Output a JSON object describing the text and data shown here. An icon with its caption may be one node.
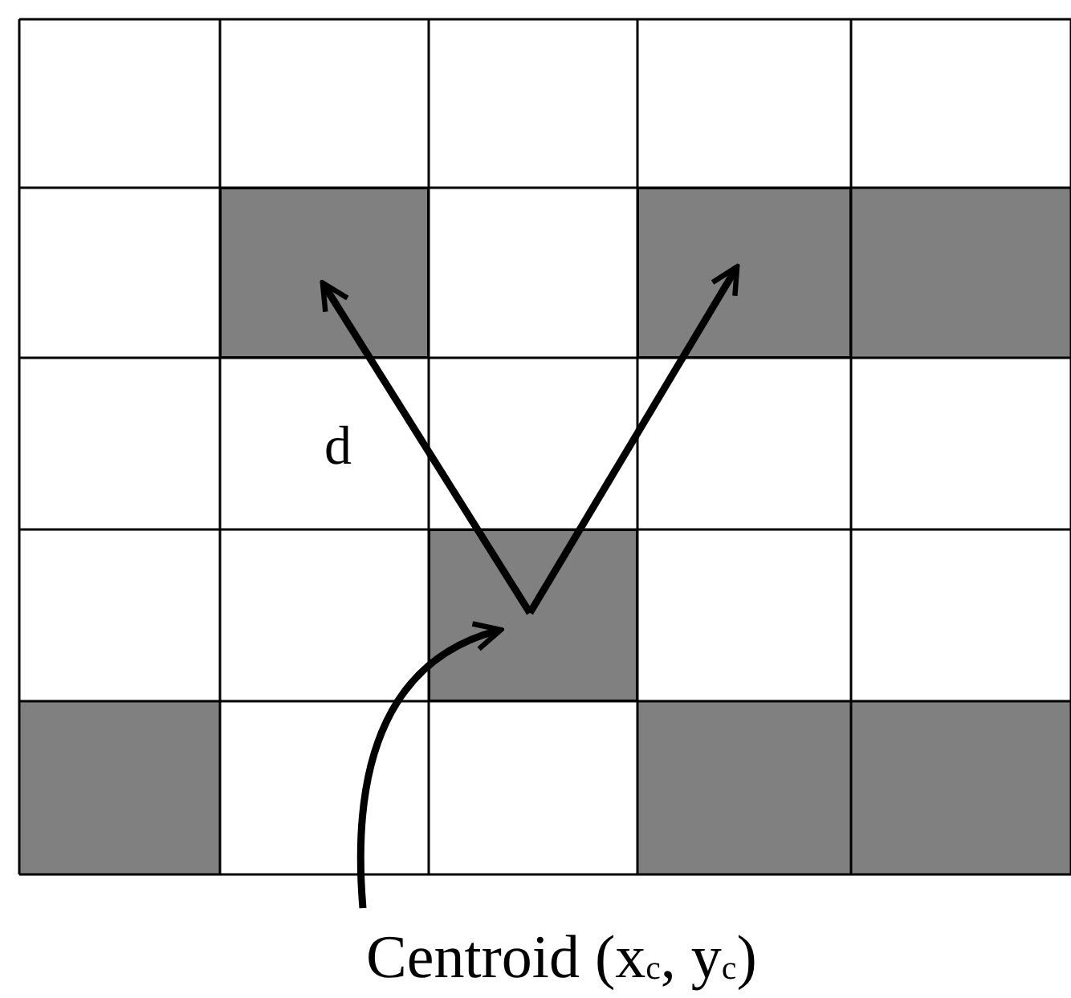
{
  "diagram": {
    "nodes": [
      {
        "text": [],
        "shape": "box"
      },
      {
        "text": [],
        "shape": "box"
      },
      {
        "text": [],
        "shape": "box"
      },
      {
        "text": [
          "Centroid (x$_{c}$, y$_{c}$)"
        ]
      }
    ],
    "edges": [
      {
        "from": 0,
        "to": 1,
        "arrow": "to",
        "label": "d"
      },
      {
        "from": 0,
        "to": 2,
        "arrow": "to"
      },
      {
        "from": 3,
        "to": 0,
        "arrow": "to"
      }
    ]
  }
}
